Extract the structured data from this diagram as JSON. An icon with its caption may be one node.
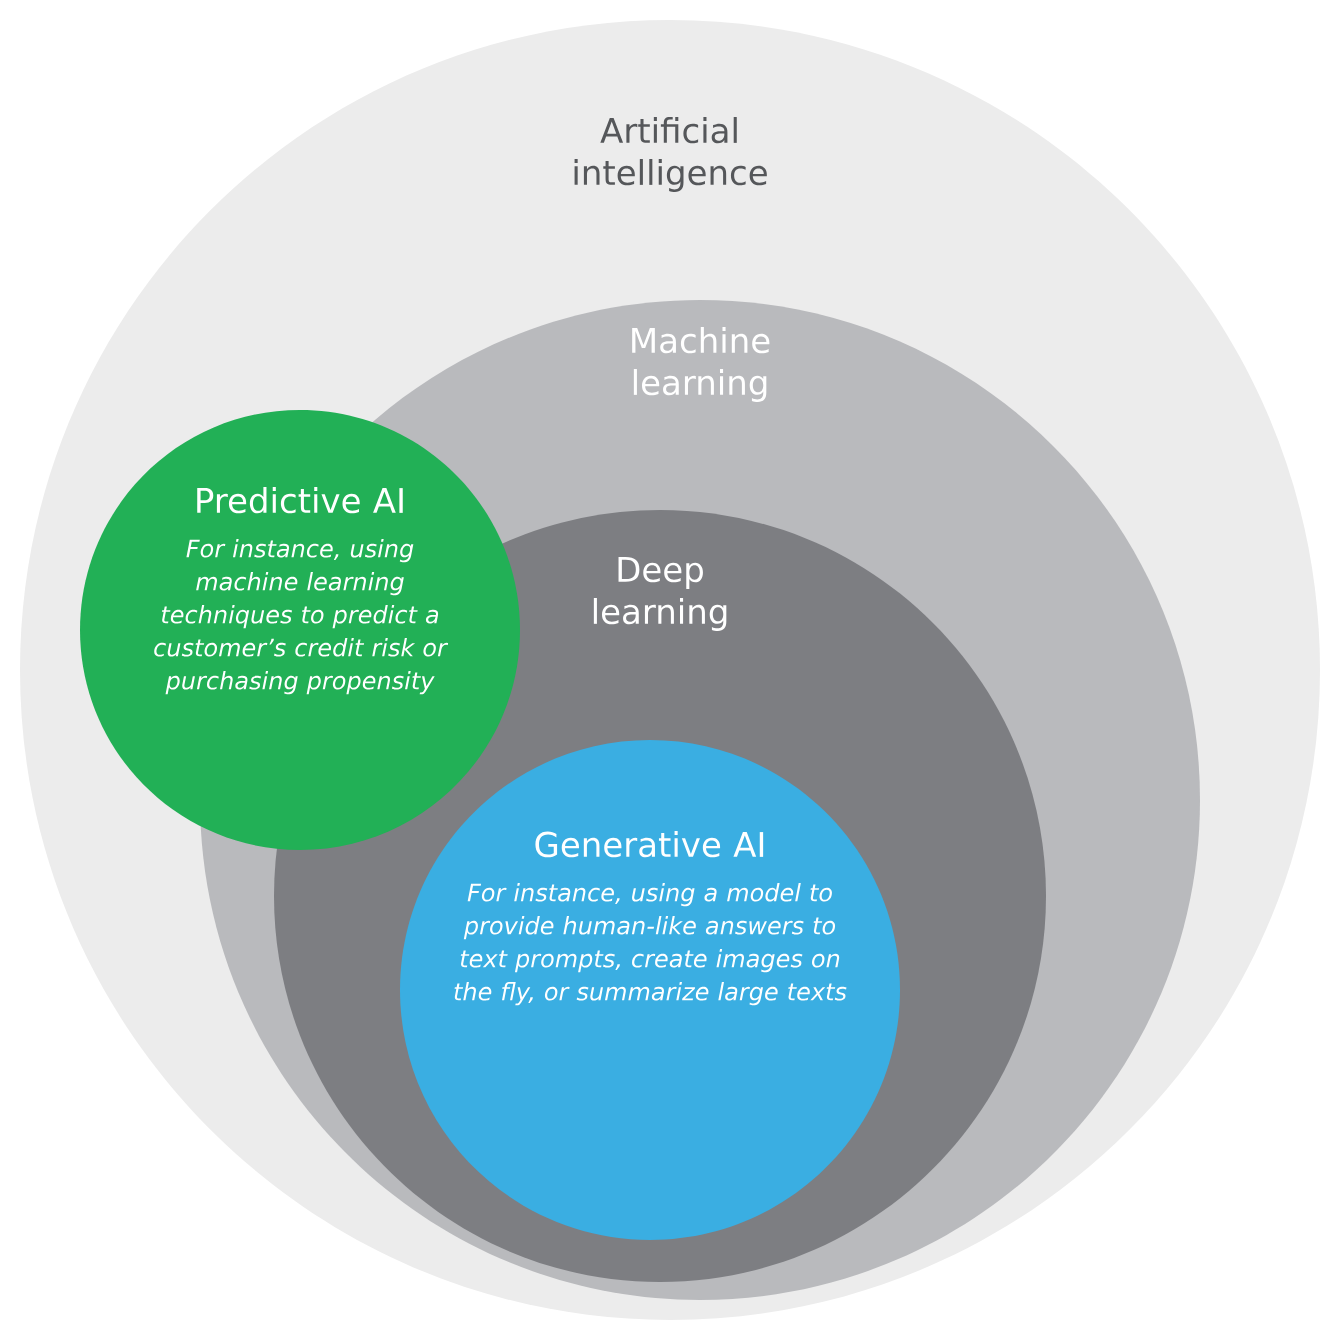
{
  "diagram": {
    "nodes": [
      {
        "text": [
          "Artificial intelligence"
        ]
      },
      {
        "text": [
          "Machine learning"
        ],
        "in": 0
      },
      {
        "text": [
          "Deep learning"
        ],
        "in": 1
      },
      {
        "text": [
          "Predictive AI",
          "For instance, using machine learning techniques to predict a customer’s credit risk or purchasing propensity"
        ],
        "in": 0
      },
      {
        "text": [
          "Generative AI",
          "For instance, using a model to provide human-like answers to text prompts, create images on the fly, or summarize large texts"
        ],
        "in": 2
      }
    ]
  }
}
